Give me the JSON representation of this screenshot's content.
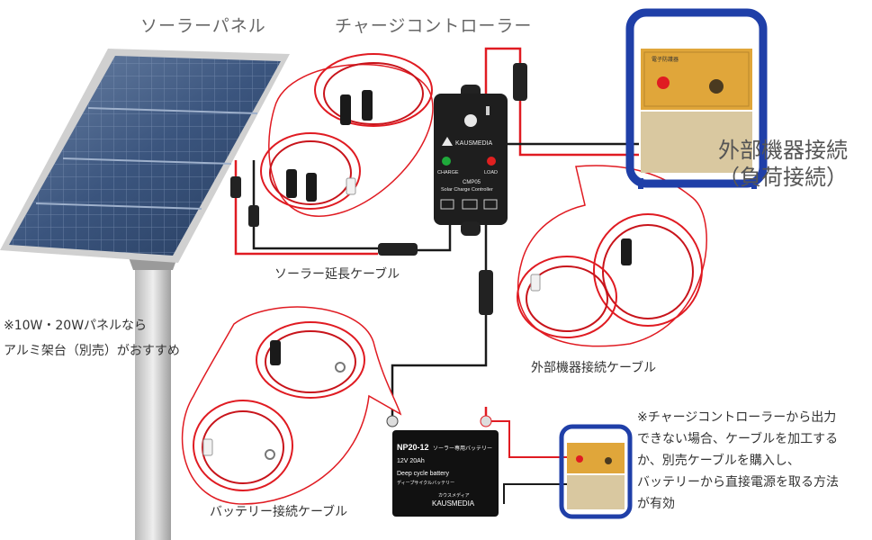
{
  "labels": {
    "solar_panel": "ソーラーパネル",
    "charge_controller": "チャージコントローラー",
    "load_title_line1": "外部機器接続",
    "load_title_line2": "（負荷接続）",
    "solar_ext_cable": "ソーラー延長ケーブル",
    "load_cable": "外部機器接続ケーブル",
    "battery_cable": "バッテリー接続ケーブル",
    "frame_note_line1": "※10W・20Wパネルなら",
    "frame_note_line2": "アルミ架台（別売）がおすすめ",
    "direct_note_lines": [
      "※チャージコントローラーから出力",
      "できない場合、ケーブルを加工する",
      "か、別売ケーブルを購入し、",
      "バッテリーから直接電源を取る方法",
      "が有効"
    ]
  },
  "controller": {
    "brand": "KAUSMEDIA",
    "model": "CMP05",
    "subtitle": "Solar Charge Controller",
    "charge_label": "CHARGE",
    "load_label": "LOAD"
  },
  "battery": {
    "model": "NP20-12",
    "model_suffix": "ソーラー専用バッテリー",
    "spec": "12V 20Ah",
    "type": "Deep cycle battery",
    "type_jp": "ディープサイクルバッテリー",
    "brand_kana": "カウスメディア",
    "brand": "KAUSMEDIA"
  },
  "load_device": {
    "panel_title": "電子防護器"
  },
  "colors": {
    "cable_red": "#e01b22",
    "cable_black": "#1a1a1a",
    "frame_blue": "#1f3fa8",
    "device_gold": "#e0a63a",
    "panel_blue": "#2f4c77"
  }
}
